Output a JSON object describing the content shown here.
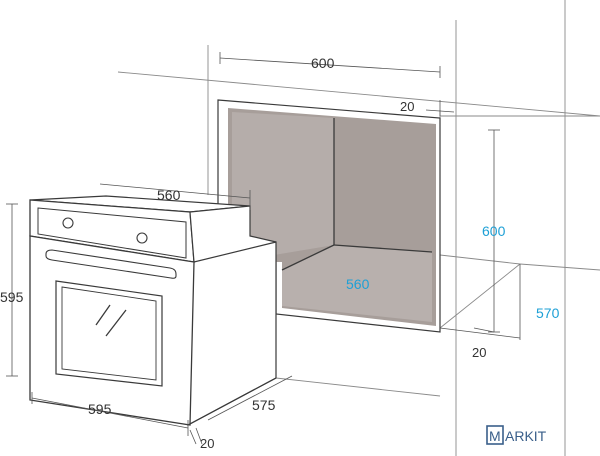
{
  "dimensions": {
    "niche_width": "600",
    "niche_gap": "20",
    "niche_height": "600",
    "niche_inner_width": "560",
    "niche_depth": "570",
    "niche_bottom_gap": "20",
    "oven_top_width": "560",
    "oven_height": "595",
    "oven_width": "595",
    "oven_depth": "575",
    "oven_front_thickness": "20"
  },
  "logo": {
    "letter": "M",
    "text": "ARKIT"
  },
  "colors": {
    "line": "#8a8a8a",
    "dark_line": "#3a3a3a",
    "niche_interior": "#a79e9a",
    "accent_blue": "#1ea0d6",
    "logo_blue": "#3a5f8a"
  }
}
